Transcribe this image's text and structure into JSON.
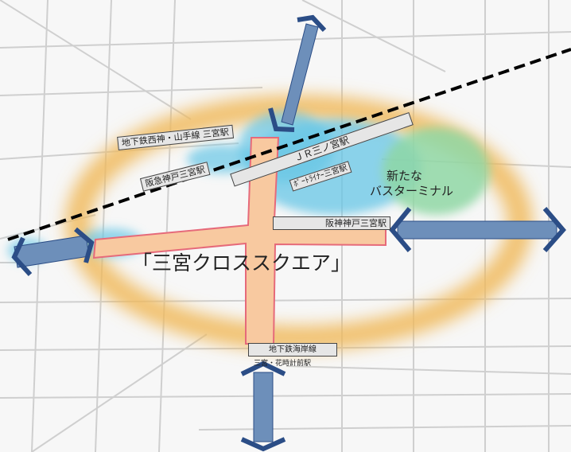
{
  "labels": {
    "subway_seishin_yamate": "地下鉄西神・山手線 三宮駅",
    "hankyu_sannomiya": "阪急神戸三宮駅",
    "jr_sannomiya": "ＪＲ三ノ宮駅",
    "portliner_sannomiya": "ﾎﾟｰﾄﾗｲﾅｰ三宮駅",
    "hanshin_sannomiya": "阪神神戸三宮駅",
    "subway_kaigan_line": "地下鉄海岸線",
    "sannomiya_hanadokeimae": "三宮・花時計前駅",
    "new_bus_terminal_line1": "新たな",
    "new_bus_terminal_line2": "バスターミナル",
    "cross_square": "「三宮クロススクエア」"
  },
  "colors": {
    "ring": "#f0b95a",
    "cross": "#f8c9a0",
    "cross_border": "#e66a7a",
    "blue_zone": "#66c6e6",
    "green_zone": "#8fd7a4",
    "arrow_fill": "#6d8fba",
    "arrow_stroke": "#2b4d86",
    "railway": "#000000"
  },
  "icons": {
    "arrow": "double-headed-arrow-icon"
  }
}
